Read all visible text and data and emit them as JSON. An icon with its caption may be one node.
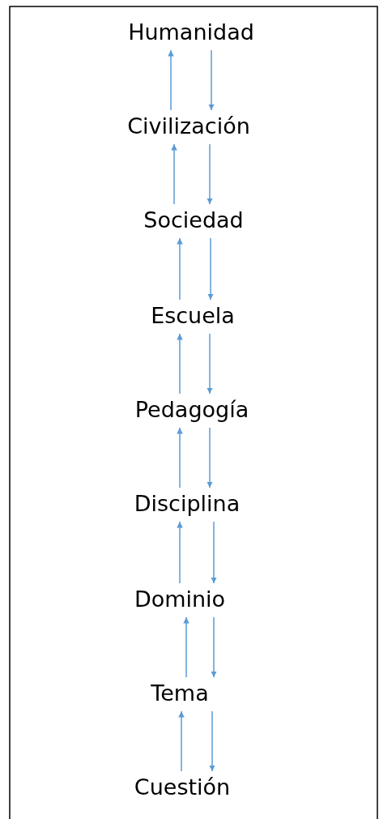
{
  "diagram": {
    "nodes": [
      {
        "text": [
          "Humanidad"
        ]
      },
      {
        "text": [
          "Civilización"
        ]
      },
      {
        "text": [
          "Sociedad"
        ]
      },
      {
        "text": [
          "Escuela"
        ]
      },
      {
        "text": [
          "Pedagogía"
        ]
      },
      {
        "text": [
          "Disciplina"
        ]
      },
      {
        "text": [
          "Dominio"
        ]
      },
      {
        "text": [
          "Tema"
        ]
      },
      {
        "text": [
          "Cuestión"
        ]
      }
    ],
    "edges": [
      {
        "from": 0,
        "to": 1,
        "arrow": "to"
      },
      {
        "from": 1,
        "to": 0,
        "arrow": "to"
      },
      {
        "from": 1,
        "to": 2,
        "arrow": "to"
      },
      {
        "from": 2,
        "to": 1,
        "arrow": "to"
      },
      {
        "from": 2,
        "to": 3,
        "arrow": "to"
      },
      {
        "from": 3,
        "to": 2,
        "arrow": "to"
      },
      {
        "from": 3,
        "to": 4,
        "arrow": "to"
      },
      {
        "from": 4,
        "to": 3,
        "arrow": "to"
      },
      {
        "from": 4,
        "to": 5,
        "arrow": "to"
      },
      {
        "from": 5,
        "to": 4,
        "arrow": "to"
      },
      {
        "from": 5,
        "to": 6,
        "arrow": "to"
      },
      {
        "from": 6,
        "to": 5,
        "arrow": "to"
      },
      {
        "from": 6,
        "to": 7,
        "arrow": "to"
      },
      {
        "from": 7,
        "to": 6,
        "arrow": "to"
      },
      {
        "from": 7,
        "to": 8,
        "arrow": "to"
      },
      {
        "from": 8,
        "to": 7,
        "arrow": "to"
      }
    ]
  }
}
